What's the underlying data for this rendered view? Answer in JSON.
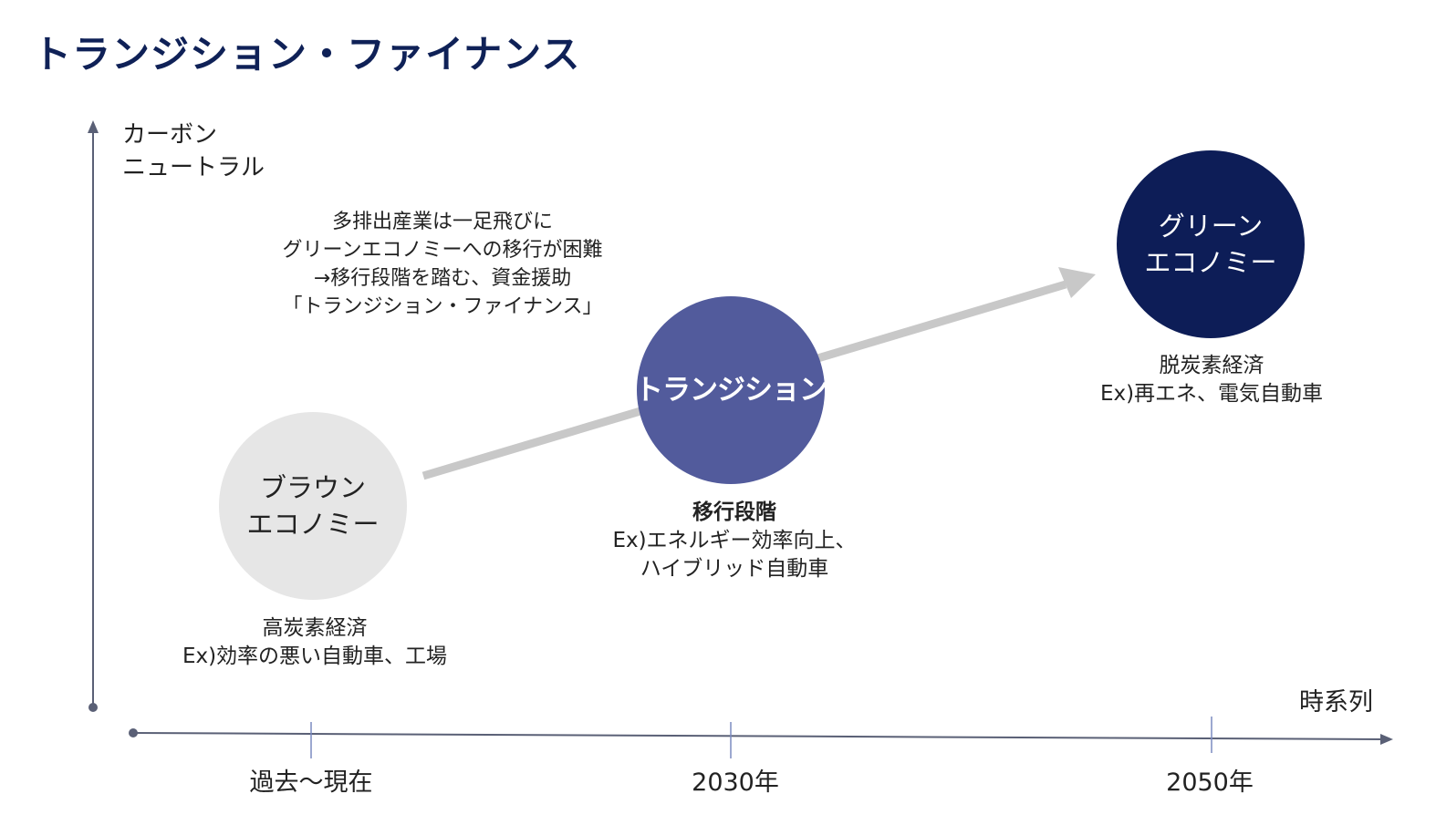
{
  "title": "トランジション・ファイナンス",
  "y_axis": {
    "label_lines": [
      "カーボン",
      "ニュートラル"
    ]
  },
  "x_axis": {
    "label": "時系列",
    "ticks": [
      "過去～現在",
      "2030年",
      "2050年"
    ]
  },
  "note": {
    "lines": [
      "多排出産業は一足飛びに",
      "グリーンエコノミーへの移行が困難",
      "→移行段階を踏む、資金援助",
      "「トランジション・ファイナンス」"
    ]
  },
  "stages": {
    "brown": {
      "circle_lines": [
        "ブラウン",
        "エコノミー"
      ],
      "desc_lines": [
        "高炭素経済",
        "Ex)効率の悪い自動車、工場"
      ],
      "color": "#e6e6e6"
    },
    "transition": {
      "circle_lines": [
        "トランジション"
      ],
      "desc_title": "移行段階",
      "desc_lines": [
        "Ex)エネルギー効率向上、",
        "ハイブリッド自動車"
      ],
      "color": "#525b9c"
    },
    "green": {
      "circle_lines": [
        "グリーン",
        "エコノミー"
      ],
      "desc_lines": [
        "脱炭素経済",
        "Ex)再エネ、電気自動車"
      ],
      "color": "#0d1d57"
    }
  },
  "colors": {
    "title": "#0f2157",
    "axis": "#5a6076",
    "arrow": "#c8c8c8"
  }
}
